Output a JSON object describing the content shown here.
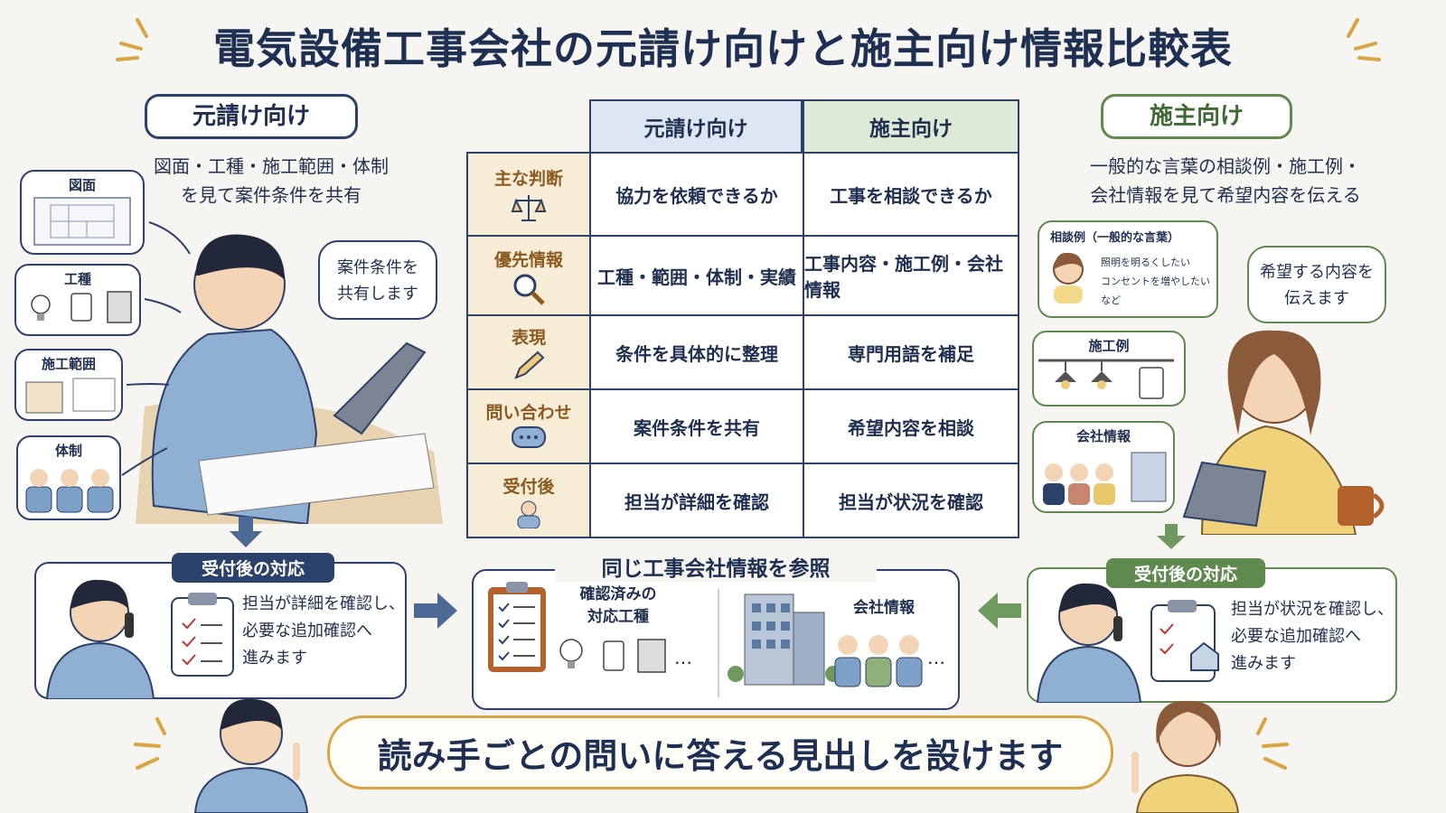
{
  "title": "電気設備工事会社の元請け向けと施主向け情報比較表",
  "left": {
    "heading": "元請け向け",
    "desc_line1": "図面・工種・施工範囲・体制",
    "desc_line2": "を見て案件条件を共有",
    "cards": [
      "図面",
      "工種",
      "施工範囲",
      "体制"
    ],
    "bubble_line1": "案件条件を",
    "bubble_line2": "共有します"
  },
  "right": {
    "heading": "施主向け",
    "desc_line1": "一般的な言葉の相談例・施工例・",
    "desc_line2": "会社情報を見て希望内容を伝える",
    "consult_title": "相談例（一般的な言葉）",
    "consult_lines": [
      "照明を明るくしたい",
      "コンセントを増やしたい",
      "など"
    ],
    "cards": [
      "施工例",
      "会社情報"
    ],
    "bubble_line1": "希望する内容を",
    "bubble_line2": "伝えます"
  },
  "table": {
    "col_headers": [
      "元請け向け",
      "施主向け"
    ],
    "rows": [
      {
        "label": "主な判断",
        "a": "協力を依頼できるか",
        "b": "工事を相談できるか"
      },
      {
        "label": "優先情報",
        "a": "工種・範囲・体制・実績",
        "b": "工事内容・施工例・会社情報"
      },
      {
        "label": "表現",
        "a": "条件を具体的に整理",
        "b": "専門用語を補足"
      },
      {
        "label": "問い合わせ",
        "a": "案件条件を共有",
        "b": "希望内容を相談"
      },
      {
        "label": "受付後",
        "a": "担当が詳細を確認",
        "b": "担当が状況を確認"
      }
    ]
  },
  "bottom_left": {
    "tag": "受付後の対応",
    "lines": [
      "担当が詳細を確認し、",
      "必要な追加確認へ",
      "進みます"
    ]
  },
  "bottom_center": {
    "tag": "同じ工事会社情報を参照",
    "left_label1": "確認済みの",
    "left_label2": "対応工種",
    "right_label": "会社情報",
    "ellipsis": "…"
  },
  "bottom_right": {
    "tag": "受付後の対応",
    "lines": [
      "担当が状況を確認し、",
      "必要な追加確認へ",
      "進みます"
    ]
  },
  "banner": "読み手ごとの問いに答える見出しを設けます",
  "colors": {
    "navy": "#2c4169",
    "green": "#5f8a4e",
    "gold": "#d9a441",
    "row_label_bg": "#f7ecd6",
    "hdr_blue": "#dde6f2",
    "hdr_green": "#dfead6"
  }
}
